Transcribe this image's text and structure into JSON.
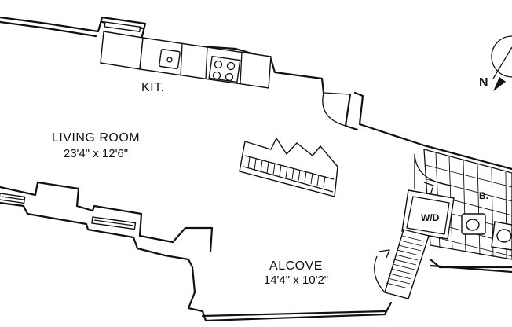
{
  "rooms": {
    "kitchen": {
      "label": "KIT."
    },
    "living_room": {
      "name": "LIVING ROOM",
      "dimensions": "23'4\" x 12'6\""
    },
    "alcove": {
      "name": "ALCOVE",
      "dimensions": "14'4\" x 10'2\""
    },
    "bathroom": {
      "label": "B."
    },
    "washer_dryer": {
      "label": "W/D"
    }
  },
  "compass": {
    "label": "N"
  },
  "colors": {
    "ink": "#111111",
    "background": "#ffffff"
  }
}
